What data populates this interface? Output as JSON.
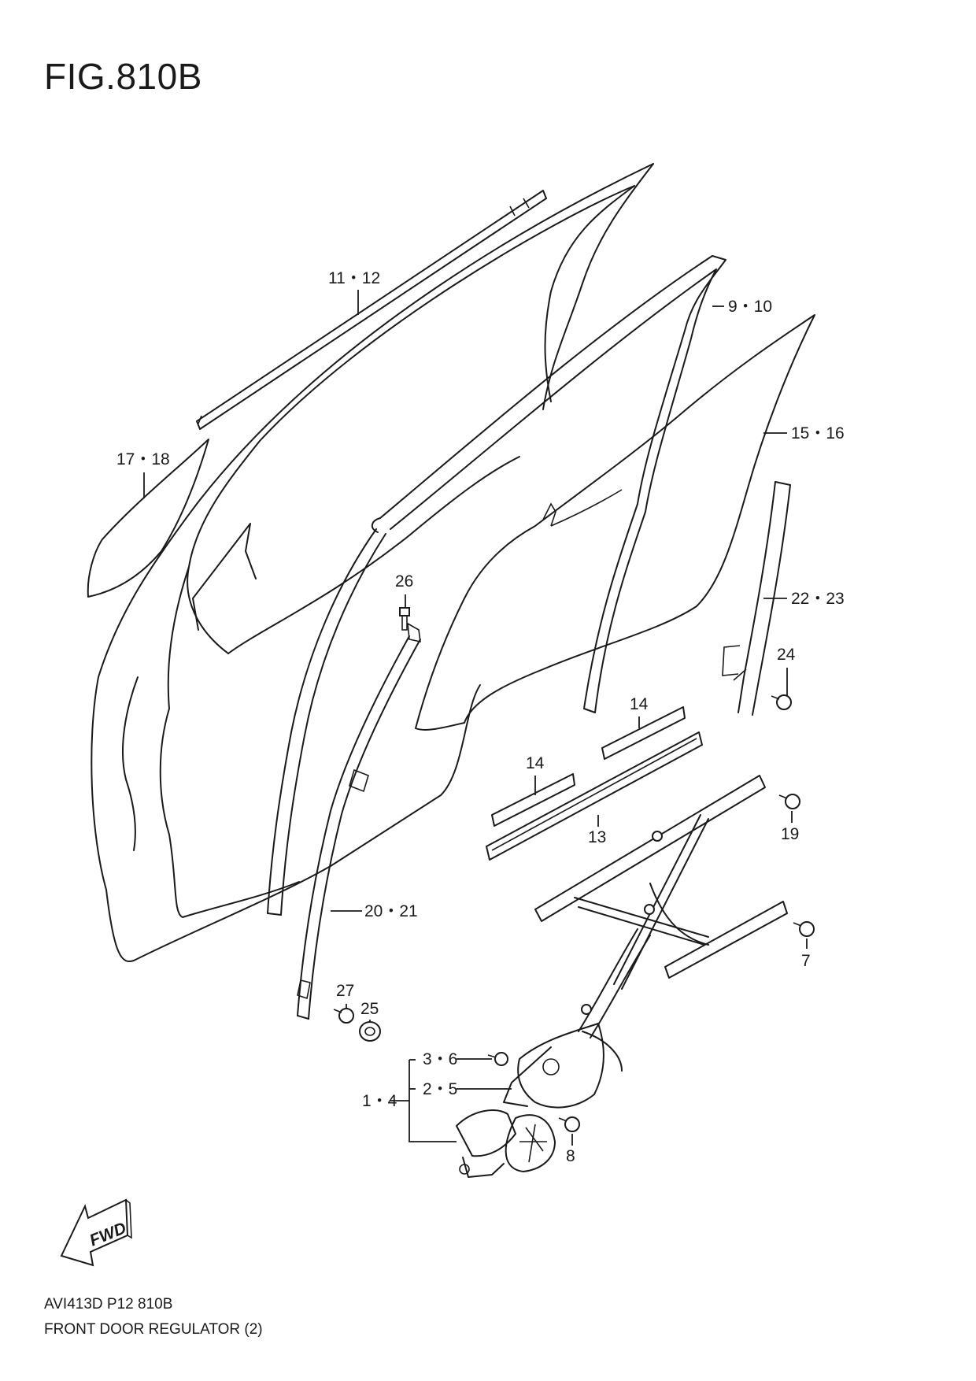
{
  "figure": {
    "title": "FIG.810B",
    "code": "AVI413D P12 810B",
    "caption": "FRONT DOOR REGULATOR (2)"
  },
  "fwd_badge": "FWD",
  "callouts": {
    "c_11_12": "11・12",
    "c_9_10": "9・10",
    "c_15_16": "15・16",
    "c_17_18": "17・18",
    "c_26": "26",
    "c_22_23": "22・23",
    "c_24": "24",
    "c_14_a": "14",
    "c_14_b": "14",
    "c_13": "13",
    "c_19": "19",
    "c_20_21": "20・21",
    "c_7": "7",
    "c_27": "27",
    "c_25": "25",
    "c_3_6": "3・6",
    "c_2_5": "2・5",
    "c_1_4": "1・4",
    "c_8": "8"
  }
}
